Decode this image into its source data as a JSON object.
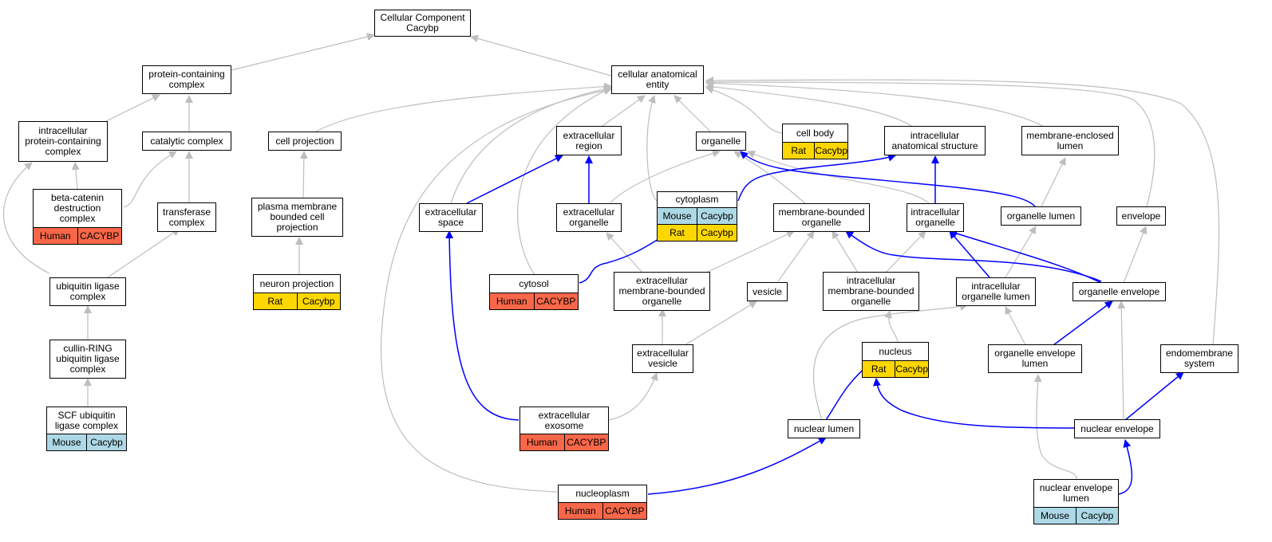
{
  "colors": {
    "gray_edge": "#bebebe",
    "blue_edge": "#0000ff",
    "human": "#f86749",
    "rat": "#ffd700",
    "mouse": "#add8e6"
  },
  "nodes": {
    "root": {
      "label": "Cellular Component\nCacybp"
    },
    "pcc": {
      "label": "protein-containing\ncomplex"
    },
    "cae": {
      "label": "cellular anatomical\nentity"
    },
    "ipcc": {
      "label": "intracellular\nprotein-containing\ncomplex"
    },
    "catc": {
      "label": "catalytic complex"
    },
    "cproj": {
      "label": "cell projection"
    },
    "excreg": {
      "label": "extracellular\nregion"
    },
    "organelle": {
      "label": "organelle"
    },
    "cellbody": {
      "label": "cell body",
      "rows": [
        [
          "Rat",
          "Cacybp"
        ]
      ]
    },
    "ias": {
      "label": "intracellular\nanatomical structure"
    },
    "mel": {
      "label": "membrane-enclosed\nlumen"
    },
    "bcat": {
      "label": "beta-catenin\ndestruction\ncomplex",
      "rows": [
        [
          "Human",
          "CACYBP"
        ]
      ]
    },
    "transf": {
      "label": "transferase\ncomplex"
    },
    "pmbcp": {
      "label": "plasma membrane\nbounded cell\nprojection"
    },
    "excspace": {
      "label": "extracellular\nspace"
    },
    "excorg": {
      "label": "extracellular\norganelle"
    },
    "cytoplasm": {
      "label": "cytoplasm",
      "rows": [
        [
          "Mouse",
          "Cacybp"
        ],
        [
          "Rat",
          "Cacybp"
        ]
      ]
    },
    "mbo": {
      "label": "membrane-bounded\norganelle"
    },
    "intorg": {
      "label": "intracellular\norganelle"
    },
    "orglumen": {
      "label": "organelle lumen"
    },
    "envelope": {
      "label": "envelope"
    },
    "ulc": {
      "label": "ubiquitin ligase\ncomplex"
    },
    "neuproj": {
      "label": "neuron projection",
      "rows": [
        [
          "Rat",
          "Cacybp"
        ]
      ]
    },
    "cytosol": {
      "label": "cytosol",
      "rows": [
        [
          "Human",
          "CACYBP"
        ]
      ]
    },
    "embo": {
      "label": "extracellular\nmembrane-bounded\norganelle"
    },
    "vesicle": {
      "label": "vesicle"
    },
    "imbo": {
      "label": "intracellular\nmembrane-bounded\norganelle"
    },
    "iol": {
      "label": "intracellular\norganelle lumen"
    },
    "orgenv": {
      "label": "organelle envelope"
    },
    "crulc": {
      "label": "cullin-RING\nubiquitin ligase\ncomplex"
    },
    "excves": {
      "label": "extracellular\nvesicle"
    },
    "nucleus": {
      "label": "nucleus",
      "rows": [
        [
          "Rat",
          "Cacybp"
        ]
      ]
    },
    "oel": {
      "label": "organelle envelope\nlumen"
    },
    "endo": {
      "label": "endomembrane\nsystem"
    },
    "scf": {
      "label": "SCF ubiquitin\nligase complex",
      "rows": [
        [
          "Mouse",
          "Cacybp"
        ]
      ]
    },
    "exo": {
      "label": "extracellular\nexosome",
      "rows": [
        [
          "Human",
          "CACYBP"
        ]
      ]
    },
    "nuclumen": {
      "label": "nuclear lumen"
    },
    "nucenv": {
      "label": "nuclear envelope"
    },
    "nucleoplasm": {
      "label": "nucleoplasm",
      "rows": [
        [
          "Human",
          "CACYBP"
        ]
      ]
    },
    "nel": {
      "label": "nuclear envelope\nlumen",
      "rows": [
        [
          "Mouse",
          "Cacybp"
        ]
      ]
    }
  }
}
